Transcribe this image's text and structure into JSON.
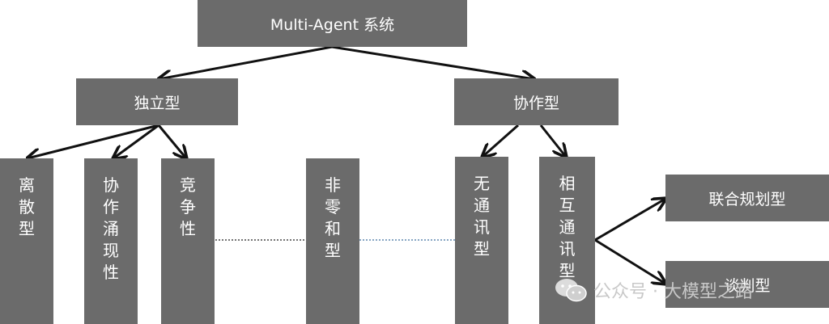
{
  "nodes": {
    "root": "Multi-Agent 系统",
    "independent": "独立型",
    "cooperative": "协作型",
    "discrete": "离散型",
    "emergent": "协作涌现性",
    "competitive": "竞争性",
    "non_zero_sum": "非零和型",
    "no_comm": "无通讯型",
    "mutual_comm": "相互通讯型",
    "joint_planning": "联合规划型",
    "negotiation": "谈判型"
  },
  "watermark": {
    "text": "公众号 · 大模型之路",
    "icon": "wechat-icon"
  },
  "colors": {
    "box": "#6b6b6b",
    "box_text": "#ffffff",
    "arrow": "#111111",
    "dotted_line_left": "#222222",
    "dotted_line_right": "#3f6f9f",
    "watermark": "#c8c8c8"
  }
}
